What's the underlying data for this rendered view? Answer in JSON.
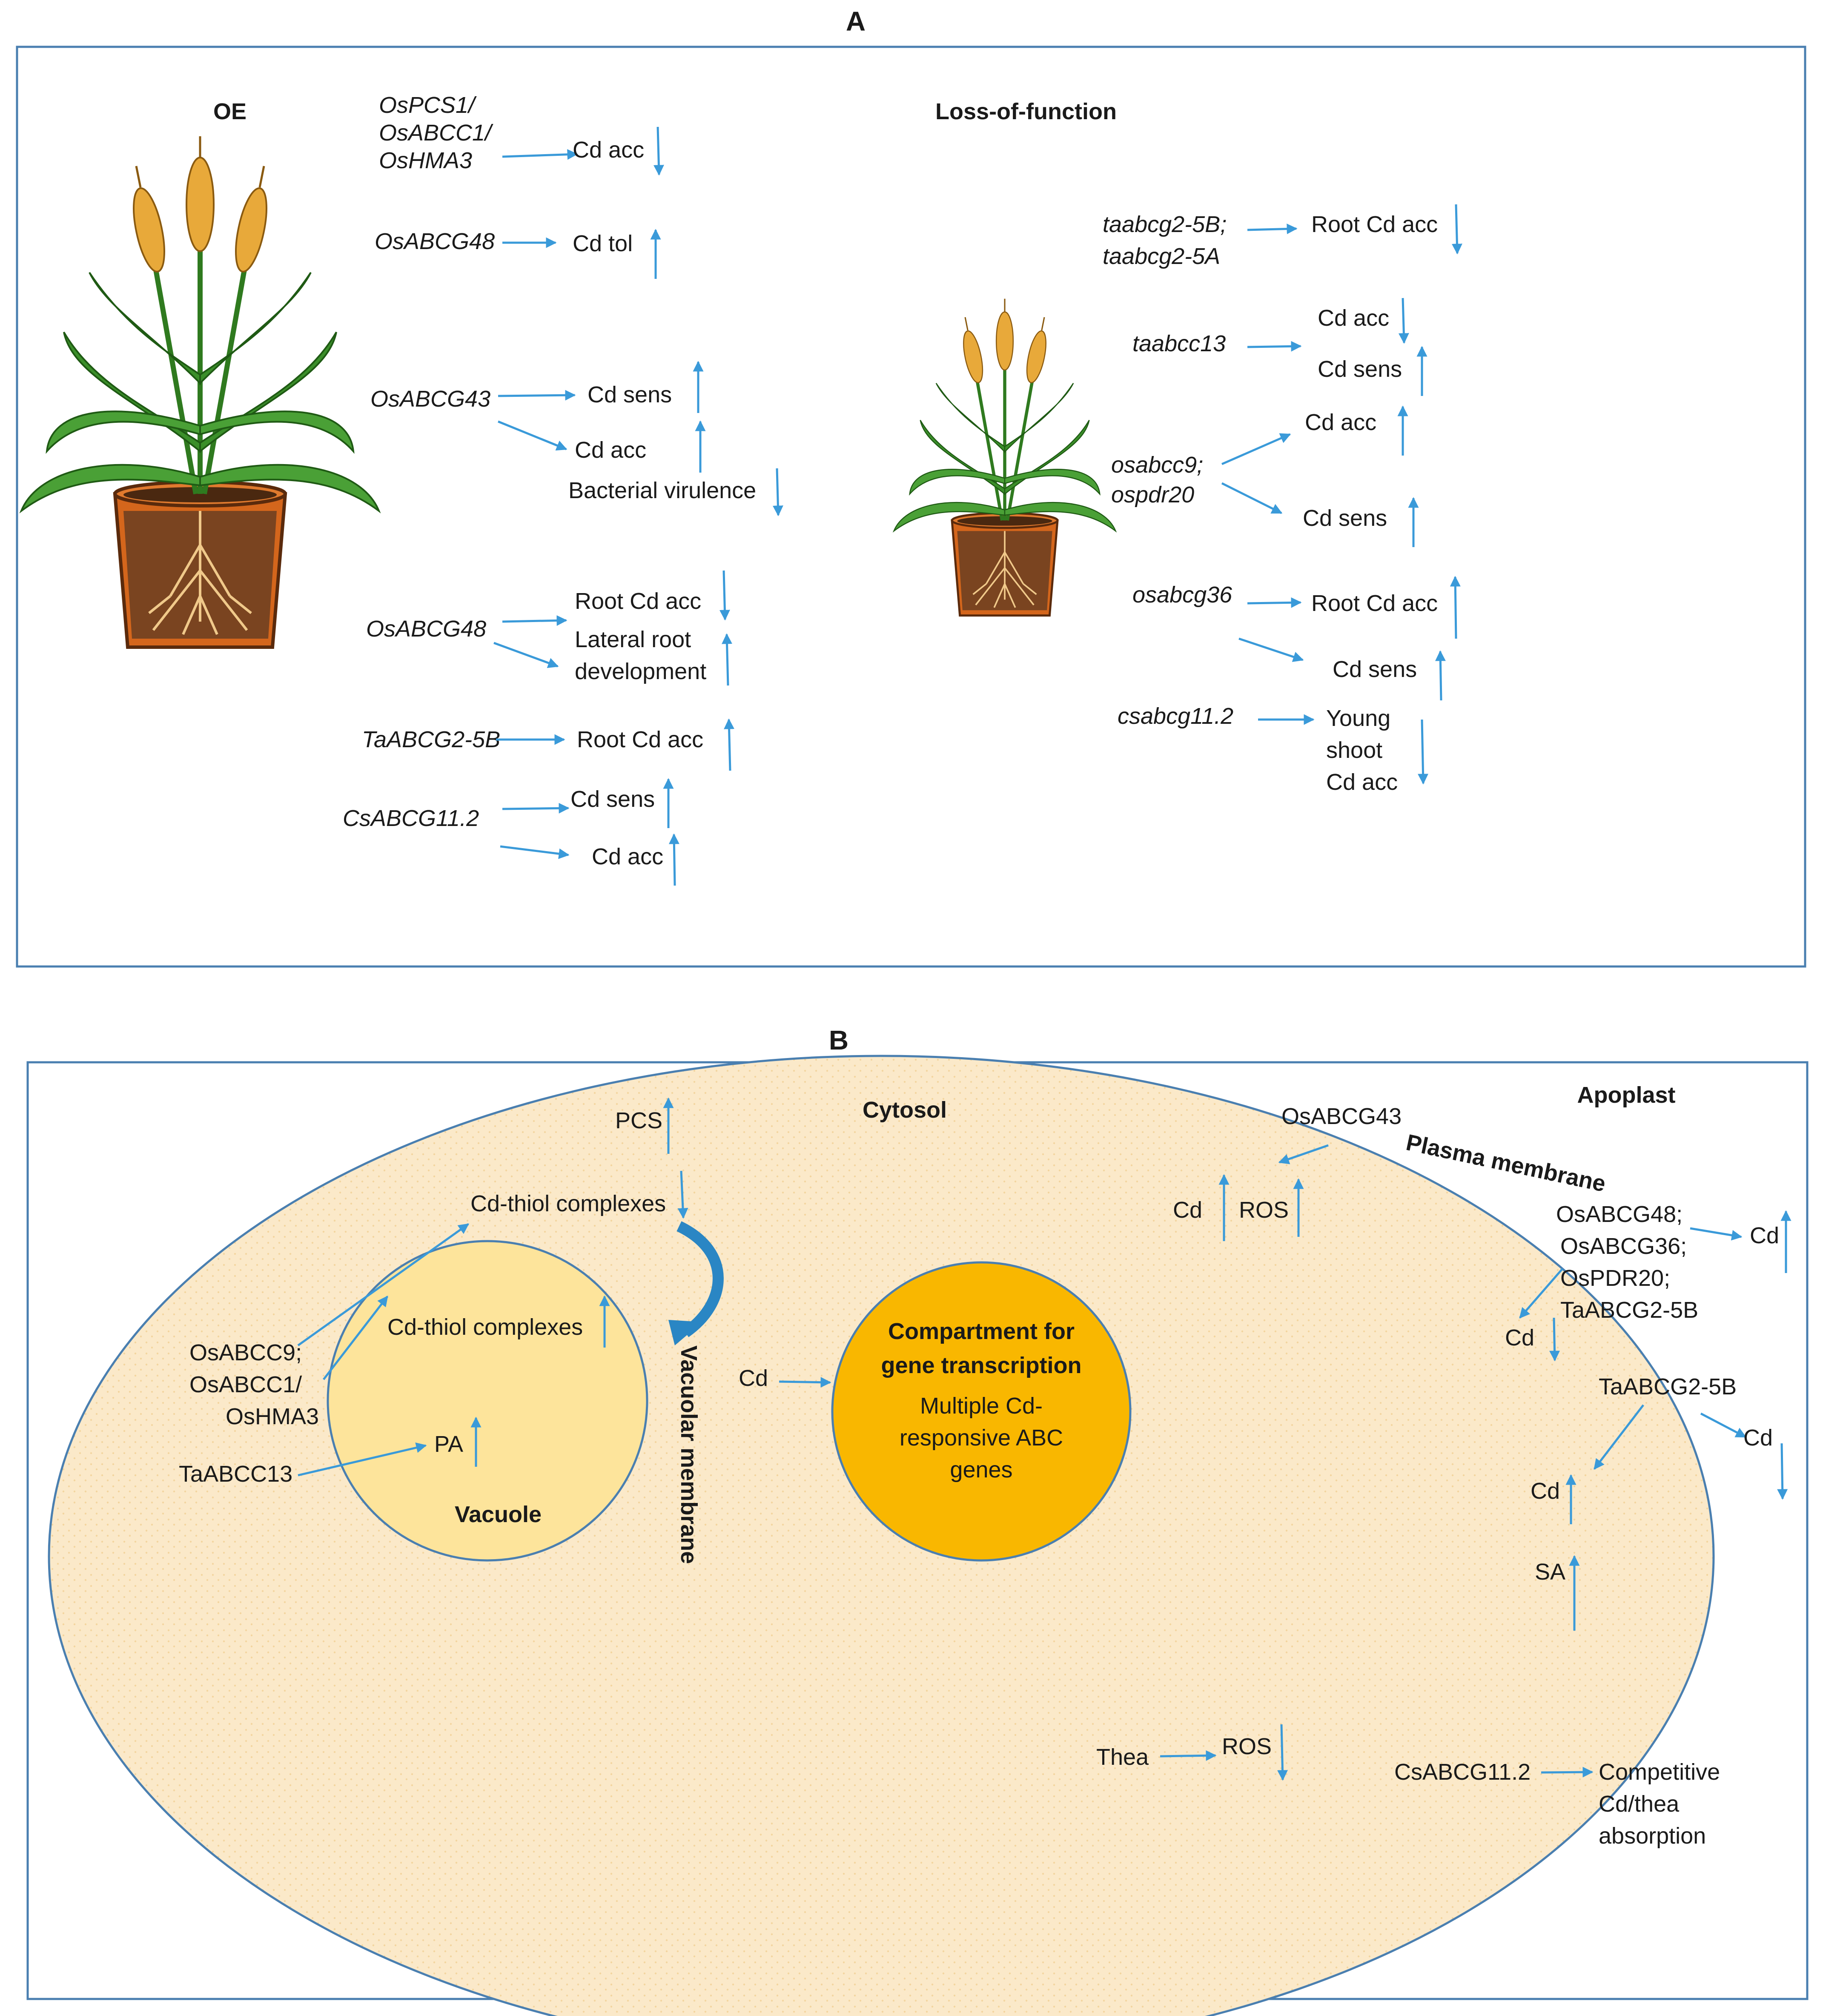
{
  "panel_a": {
    "letter": "A",
    "oe_title": "OE",
    "lof_title": "Loss-of-function",
    "oe": {
      "ospcs1_l1": "OsPCS1/",
      "ospcs1_l2": "OsABCC1/",
      "ospcs1_l3": "OsHMA3",
      "ospcs1_effect": "Cd acc",
      "osabcg48a": "OsABCG48",
      "osabcg48a_effect": "Cd tol",
      "osabcg43": "OsABCG43",
      "osabcg43_e1": "Cd sens",
      "osabcg43_e2": "Cd acc",
      "osabcg43_e3": "Bacterial virulence",
      "osabcg48b": "OsABCG48",
      "osabcg48b_e1": "Root Cd acc",
      "osabcg48b_e2a": "Lateral root",
      "osabcg48b_e2b": "development",
      "taabcg2": "TaABCG2-5B",
      "taabcg2_effect": "Root Cd acc",
      "csabcg": "CsABCG11.2",
      "csabcg_e1": "Cd sens",
      "csabcg_e2": "Cd acc"
    },
    "lof": {
      "taabcg_l1": "taabcg2-5B;",
      "taabcg_l2": "taabcg2-5A",
      "taabcg_effect": "Root Cd acc",
      "taabcc13": "taabcc13",
      "taabcc13_e1": "Cd acc",
      "taabcc13_e2": "Cd sens",
      "osabcc9_l1": "osabcc9;",
      "osabcc9_l2": "ospdr20",
      "osabcc9_e1": "Cd acc",
      "osabcc9_e2": "Cd sens",
      "osabcg36": "osabcg36",
      "osabcg36_e1": "Root Cd acc",
      "osabcg36_e2": "Cd sens",
      "csabcg": "csabcg11.2",
      "csabcg_e1": "Young",
      "csabcg_e2": "shoot",
      "csabcg_e3": "Cd acc"
    }
  },
  "panel_b": {
    "letter": "B",
    "cytosol": "Cytosol",
    "apoplast": "Apoplast",
    "plasma_membrane": "Plasma membrane",
    "vacuolar_membrane": "Vacuolar membrane",
    "vacuole": "Vacuole",
    "pcs": "PCS",
    "cd_thiol_outer": "Cd-thiol complexes",
    "cd_thiol_inner": "Cd-thiol complexes",
    "pa": "PA",
    "osabcc9_l1": "OsABCC9;",
    "osabcc9_l2": "OsABCC1/",
    "osabcc9_l3": "OsHMA3",
    "taabcc13": "TaABCC13",
    "cd_nucleus": "Cd",
    "nucleus_title_l1": "Compartment for",
    "nucleus_title_l2": "gene transcription",
    "nucleus_body_l1": "Multiple Cd-",
    "nucleus_body_l2": "responsive ABC",
    "nucleus_body_l3": "genes",
    "osabcg43": "OsABCG43",
    "cd_top": "Cd",
    "ros_top": "ROS",
    "pm_list_l1": "OsABCG48;",
    "pm_list_l2": "OsABCG36;",
    "pm_list_l3": "OsPDR20;",
    "pm_list_l4": "TaABCG2-5B",
    "cd_apo1": "Cd",
    "cd_in1": "Cd",
    "taabcg2": "TaABCG2-5B",
    "cd_apo2": "Cd",
    "cd_in2": "Cd",
    "sa": "SA",
    "thea": "Thea",
    "ros_bottom": "ROS",
    "csabcg": "CsABCG11.2",
    "compete_l1": "Competitive",
    "compete_l2": "Cd/thea",
    "compete_l3": "absorption"
  },
  "colors": {
    "arrow": "#3a9ad9",
    "frame": "#4a7fb0",
    "cell": "#fbe9c9",
    "vacuole": "#fde49b",
    "nucleus": "#f9b700",
    "pot": "#d4661c",
    "soil": "#6b3a1c",
    "leaf": "#3b8f2a",
    "grain": "#e8a93a"
  }
}
